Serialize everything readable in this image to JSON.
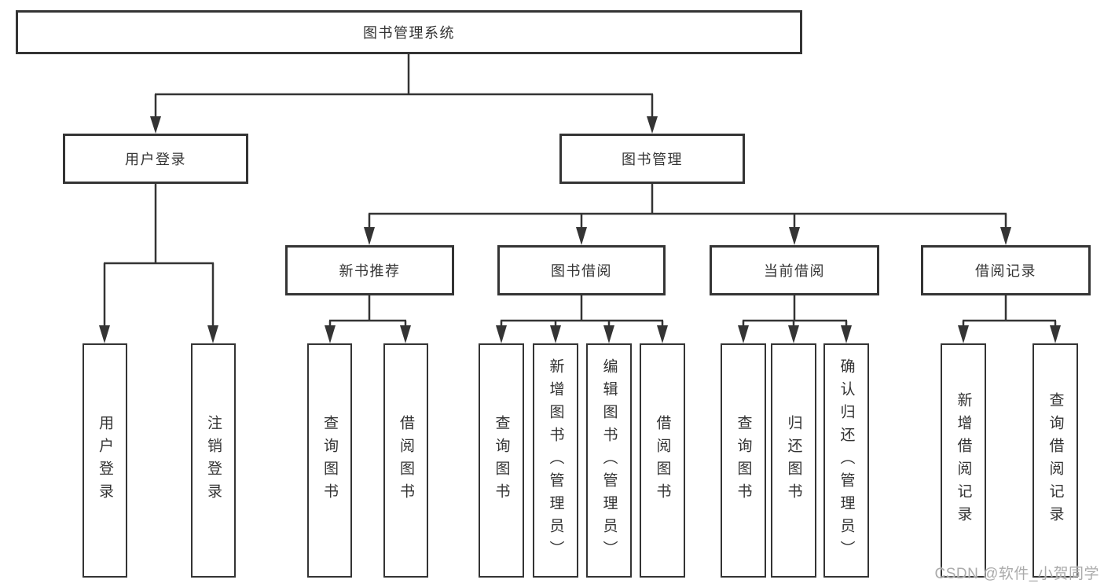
{
  "tree": {
    "label": "图书管理系统",
    "children": [
      {
        "label": "用户登录",
        "children": [
          {
            "label": "用户登录"
          },
          {
            "label": "注销登录"
          }
        ]
      },
      {
        "label": "图书管理",
        "children": [
          {
            "label": "新书推荐",
            "children": [
              {
                "label": "查询图书"
              },
              {
                "label": "借阅图书"
              }
            ]
          },
          {
            "label": "图书借阅",
            "children": [
              {
                "label": "查询图书"
              },
              {
                "label": "新增图书（管理员）"
              },
              {
                "label": "编辑图书（管理员）"
              },
              {
                "label": "借阅图书"
              }
            ]
          },
          {
            "label": "当前借阅",
            "children": [
              {
                "label": "查询图书"
              },
              {
                "label": "归还图书"
              },
              {
                "label": "确认归还（管理员）"
              }
            ]
          },
          {
            "label": "借阅记录",
            "children": [
              {
                "label": "新增借阅记录"
              },
              {
                "label": "查询借阅记录"
              }
            ]
          }
        ]
      }
    ]
  },
  "watermark": {
    "text": "CSDN @软件_小贺同学"
  },
  "colors": {
    "line": "#343434",
    "box_border": "#343434",
    "text": "#333333",
    "background": "#ffffff",
    "watermark": "#ababab"
  }
}
